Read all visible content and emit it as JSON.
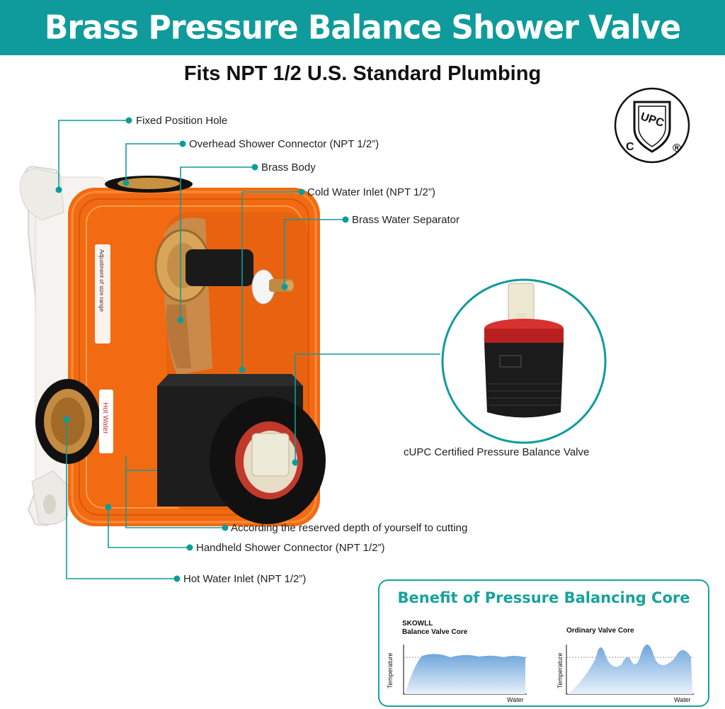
{
  "header": {
    "title": "Brass Pressure Balance Shower Valve",
    "subtitle": "Fits NPT 1/2 U.S.  Standard Plumbing"
  },
  "certification_logo": {
    "text_upc": "UPC",
    "text_c": "C",
    "text_r": "®"
  },
  "callouts": {
    "fixed_hole": "Fixed Position Hole",
    "overhead": "Overhead Shower Connector (NPT 1/2”)",
    "brass_body": "Brass Body",
    "cold_inlet": "Cold Water Inlet (NPT 1/2”)",
    "separator": "Brass Water Separator",
    "depth": "According the reserved depth of yourself to cutting",
    "handheld": "Handheld Shower Connector (NPT 1/2”)",
    "hot_inlet": "Hot Water Inlet (NPT 1/2”)"
  },
  "product_labels": {
    "hot_water": "Hot Water",
    "adjustment": "Adjustment of size range"
  },
  "cartridge": {
    "caption": "cUPC Certified Pressure Balance Valve"
  },
  "benefit_panel": {
    "title": "Benefit of Pressure Balancing Core",
    "left_brand": "SKOWLL",
    "left_subtitle": "Balance Valve Core",
    "right_subtitle": "Ordinary Valve Core",
    "y_label": "Temperature",
    "x_label": "Water"
  },
  "colors": {
    "accent": "#0f9b9b",
    "orange": "#f26a12",
    "callout_dot": "#0f9b9b",
    "benefit_title": "#17a29a"
  }
}
